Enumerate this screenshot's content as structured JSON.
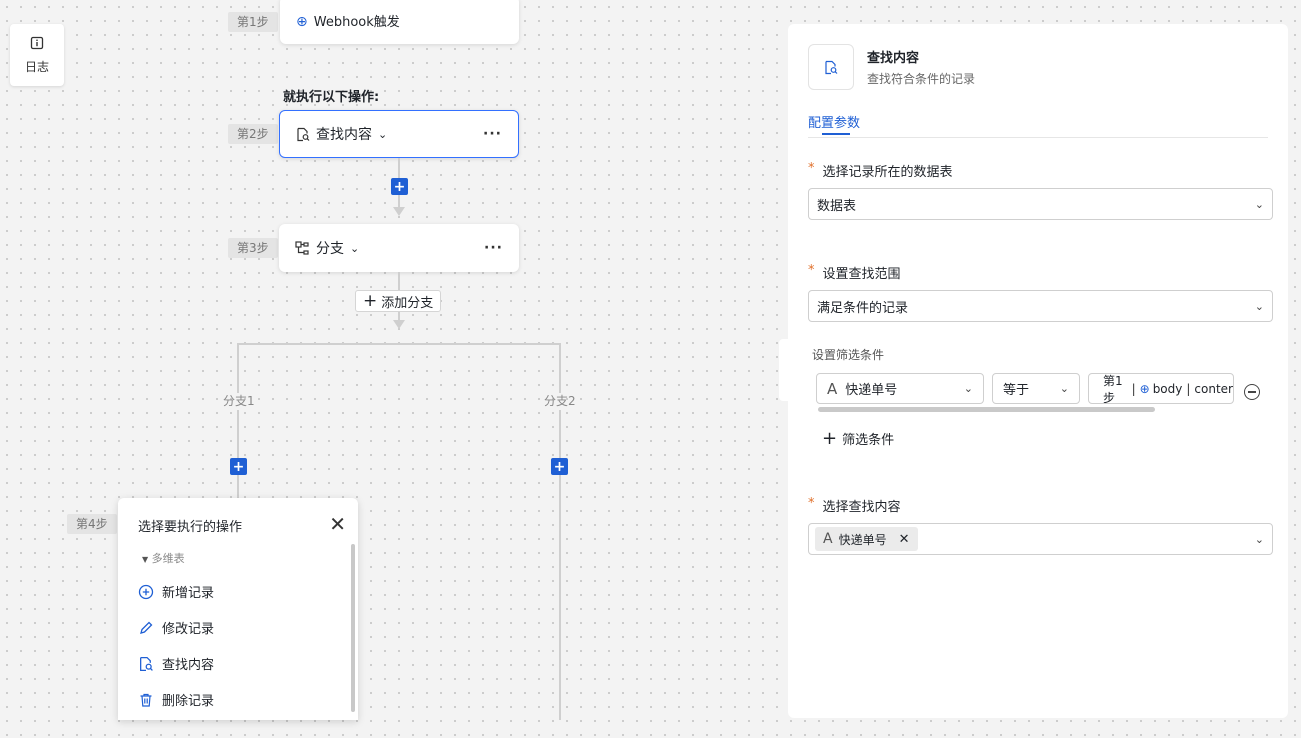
{
  "log_button": {
    "label": "日志"
  },
  "canvas": {
    "step1_tag": "第1步",
    "step1_card": "Webhook触发",
    "then_label": "就执行以下操作:",
    "step2_tag": "第2步",
    "step2_card": "查找内容",
    "step3_tag": "第3步",
    "step3_card": "分支",
    "add_branch": "添加分支",
    "branch1": "分支1",
    "branch2": "分支2",
    "step4_tag": "第4步",
    "more": "···"
  },
  "popup": {
    "title": "选择要执行的操作",
    "group": "多维表",
    "items": [
      {
        "label": "新增记录",
        "icon": "plus-circle-icon"
      },
      {
        "label": "修改记录",
        "icon": "pencil-icon"
      },
      {
        "label": "查找内容",
        "icon": "search-doc-icon"
      },
      {
        "label": "删除记录",
        "icon": "trash-icon"
      }
    ]
  },
  "panel": {
    "title": "查找内容",
    "subtitle": "查找符合条件的记录",
    "tab": "配置参数",
    "table_label": "选择记录所在的数据表",
    "table_value": "数据表",
    "scope_label": "设置查找范围",
    "scope_value": "满足条件的记录",
    "filter_label": "设置筛选条件",
    "filter_field": "快递单号",
    "filter_op": "等于",
    "filter_val_step": "第1步",
    "filter_val_body": "body",
    "filter_val_content": "conter",
    "add_filter": "筛选条件",
    "content_label": "选择查找内容",
    "content_tag": "快递单号"
  },
  "colors": {
    "accent": "#1f5fd4",
    "required": "#e0702b"
  }
}
